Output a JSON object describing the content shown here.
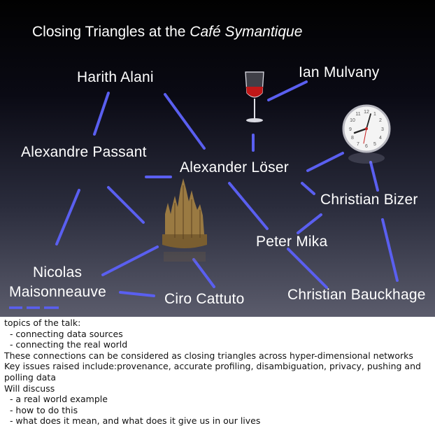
{
  "slide": {
    "title_prefix": "Closing Triangles at the ",
    "title_italic": "Café Symantique",
    "names": {
      "harith": "Harith Alani",
      "ian": "Ian Mulvany",
      "passant": "Alexandre Passant",
      "loser": "Alexander Löser",
      "bizer": "Christian Bizer",
      "mika": "Peter Mika",
      "nicolas_1": "Nicolas",
      "nicolas_2": "Maisonneauve",
      "cattuto": "Ciro Cattuto",
      "bauckhage": "Christian Bauckhage"
    },
    "colors": {
      "edge": "#5a5ff0",
      "text": "#ffffff",
      "wine": "#c01818"
    },
    "icons": [
      "wine-glass-icon",
      "clock-icon",
      "cathedral-icon"
    ]
  },
  "notes": [
    "topics of the talk:",
    "  - connecting data sources",
    "  - connecting the real world",
    "These connections can be considered as closing triangles across hyper-dimensional networks",
    "Key issues raised include:provenance, accurate profiling, disambiguation, privacy, pushing and polling data",
    "Will discuss",
    "  - a real world example",
    "  - how to do this",
    "  - what does it mean, and what does it give us in our lives"
  ]
}
